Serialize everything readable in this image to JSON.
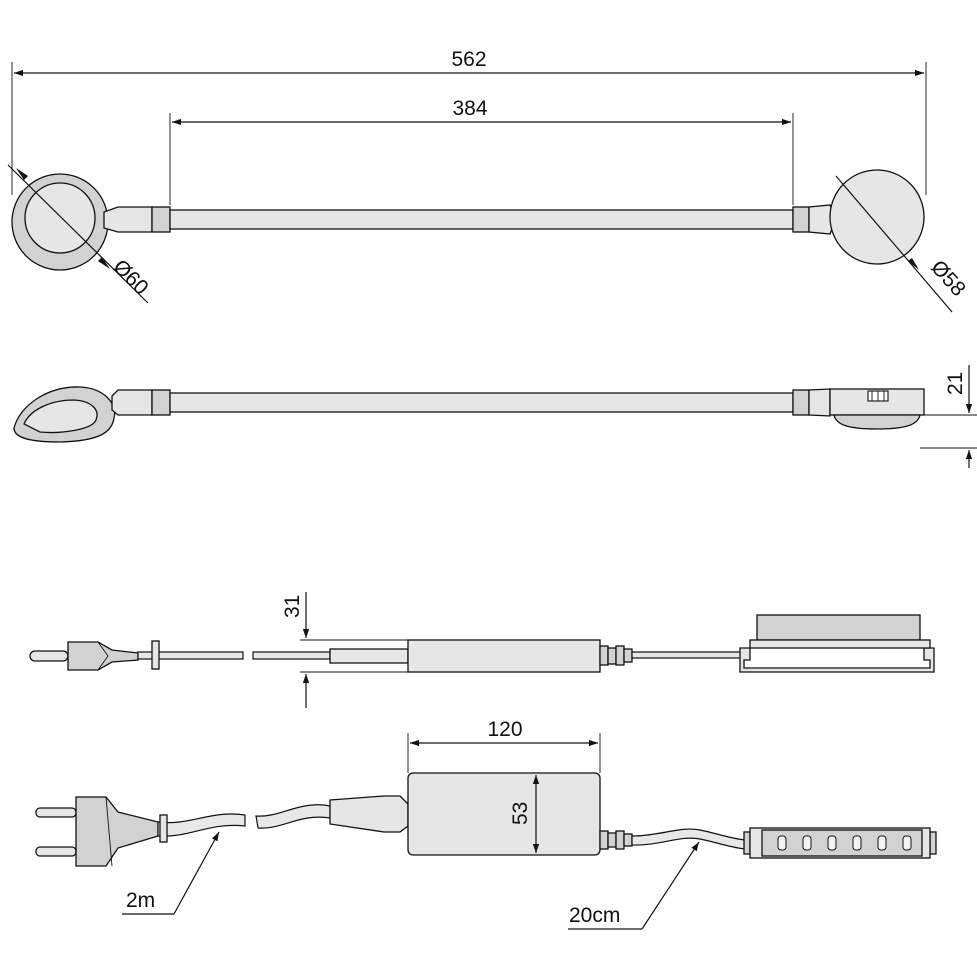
{
  "dimensions": {
    "overall_length": "562",
    "arm_length": "384",
    "head_left_diameter": "Ø60",
    "head_right_diameter": "Ø58",
    "side_height": "21",
    "cable_height": "31",
    "transformer_length": "120",
    "transformer_height": "53",
    "power_cable_length": "2m",
    "output_cable_length": "20cm"
  }
}
